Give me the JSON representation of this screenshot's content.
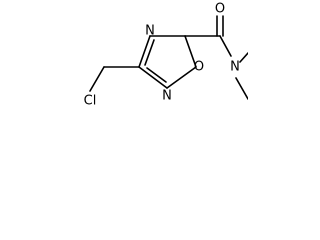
{
  "molecule": {
    "atoms": {
      "o_carbonyl": "O",
      "n_amide": "N",
      "n_ring_upper": "N",
      "n_ring_lower": "N",
      "o_ring": "O",
      "cl": "Cl"
    },
    "colors": {
      "bond": "#000000",
      "label": "#000000",
      "background": "#ffffff"
    }
  }
}
